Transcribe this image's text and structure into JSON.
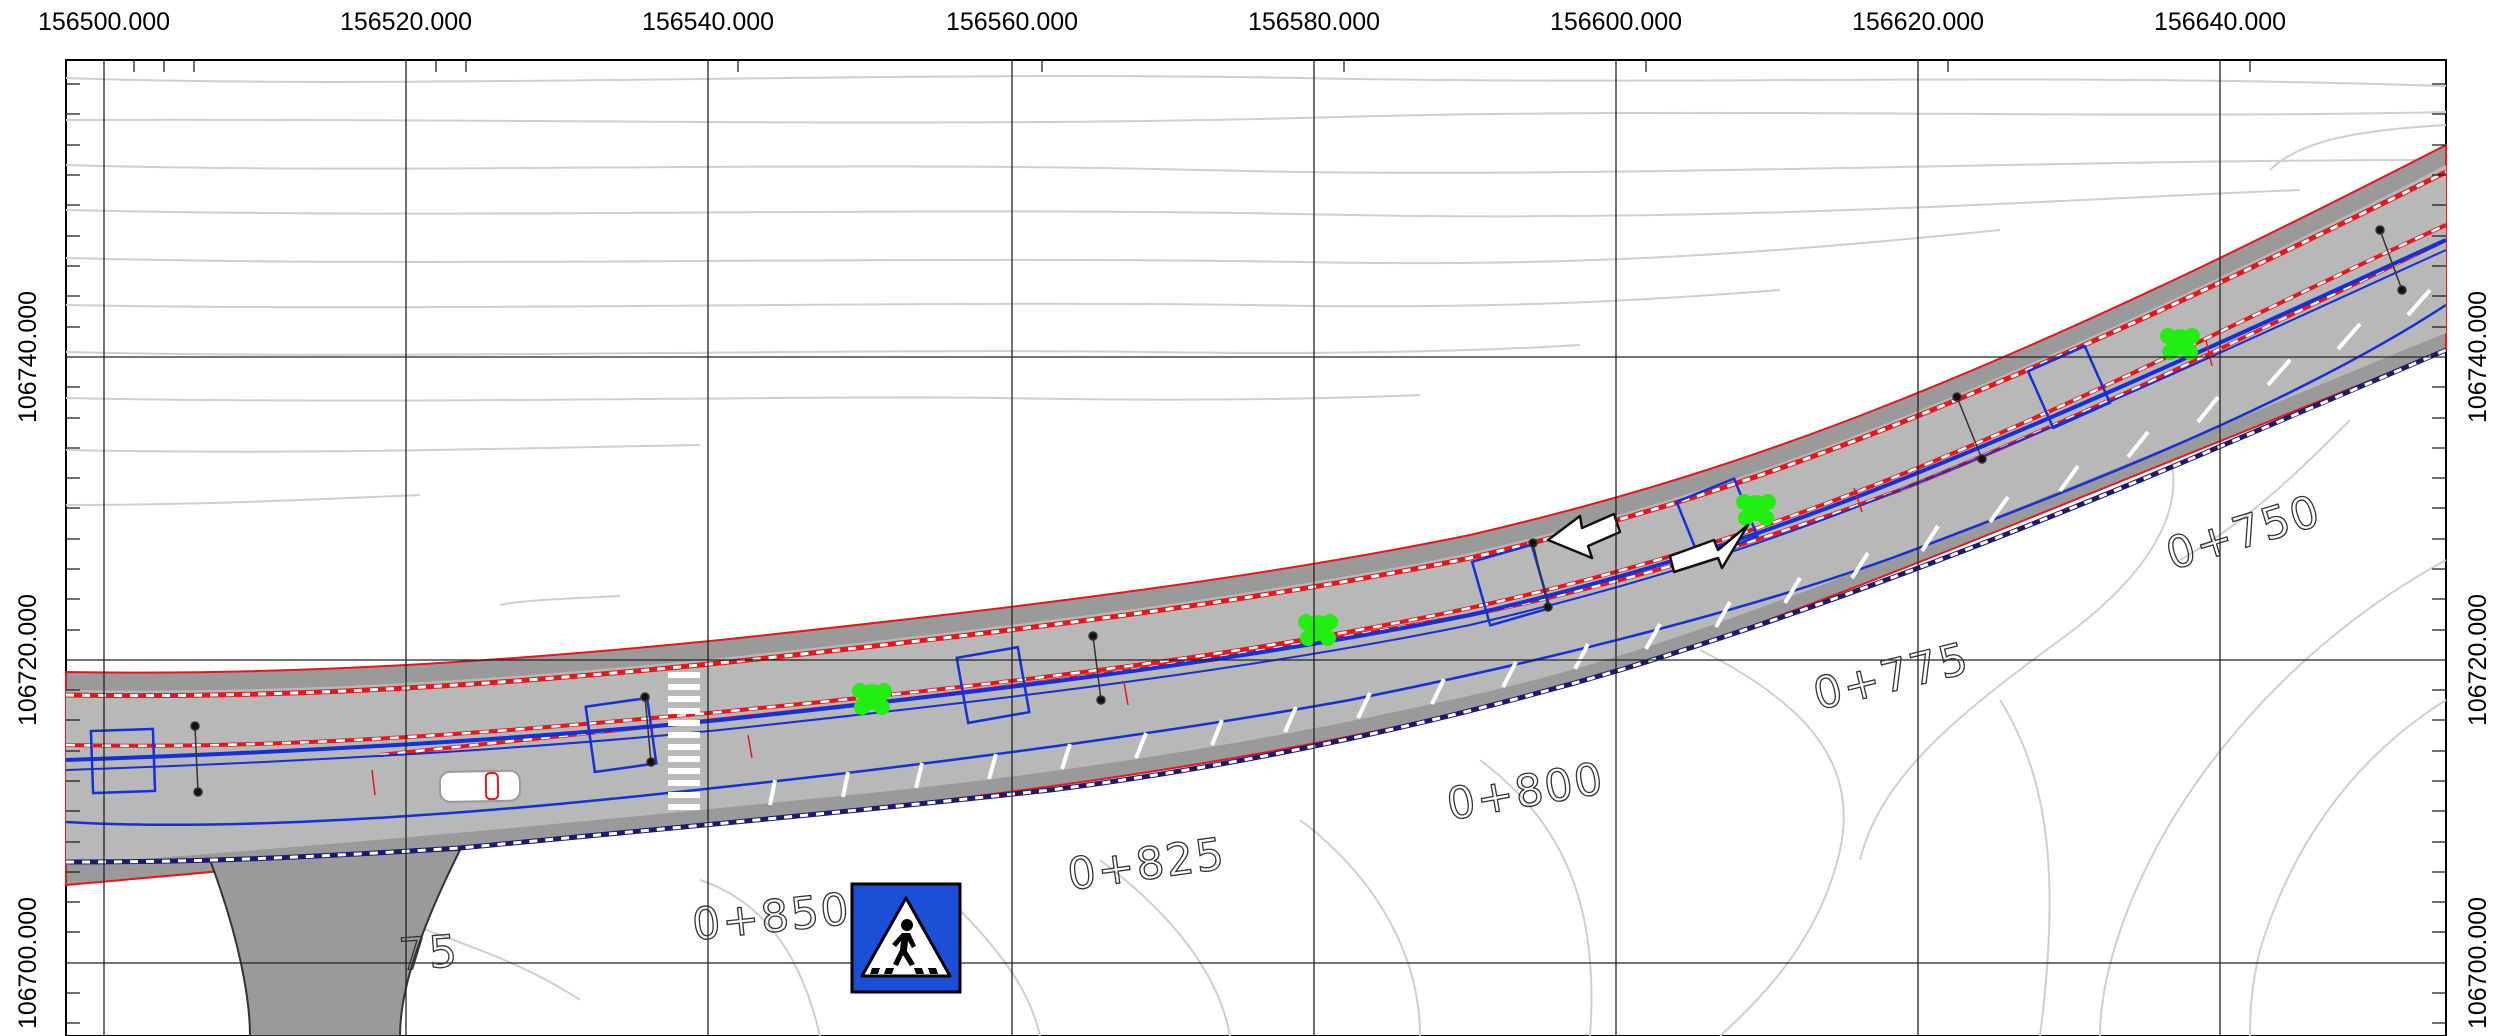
{
  "map": {
    "x_axis_labels": [
      "156500.000",
      "156520.000",
      "156540.000",
      "156560.000",
      "156580.000",
      "156600.000",
      "156620.000",
      "156640.000"
    ],
    "y_axis_labels_left": [
      "106740.000",
      "106720.000",
      "106700.000"
    ],
    "y_axis_labels_right": [
      "106740.000",
      "106720.000",
      "106700.000"
    ],
    "chainage_labels": [
      "0+750",
      "0+775",
      "0+800",
      "0+825",
      "0+850",
      "75"
    ],
    "sign": "pedestrian-crossing",
    "colors": {
      "road_surface": "#b8b8b8",
      "shoulder": "#9a9a9a",
      "edge_line": "#e8161b",
      "centerline": "#1530d8",
      "tree": "#22ee11",
      "sign_background": "#1a4fd6",
      "contour": "#c8c8c8"
    }
  }
}
